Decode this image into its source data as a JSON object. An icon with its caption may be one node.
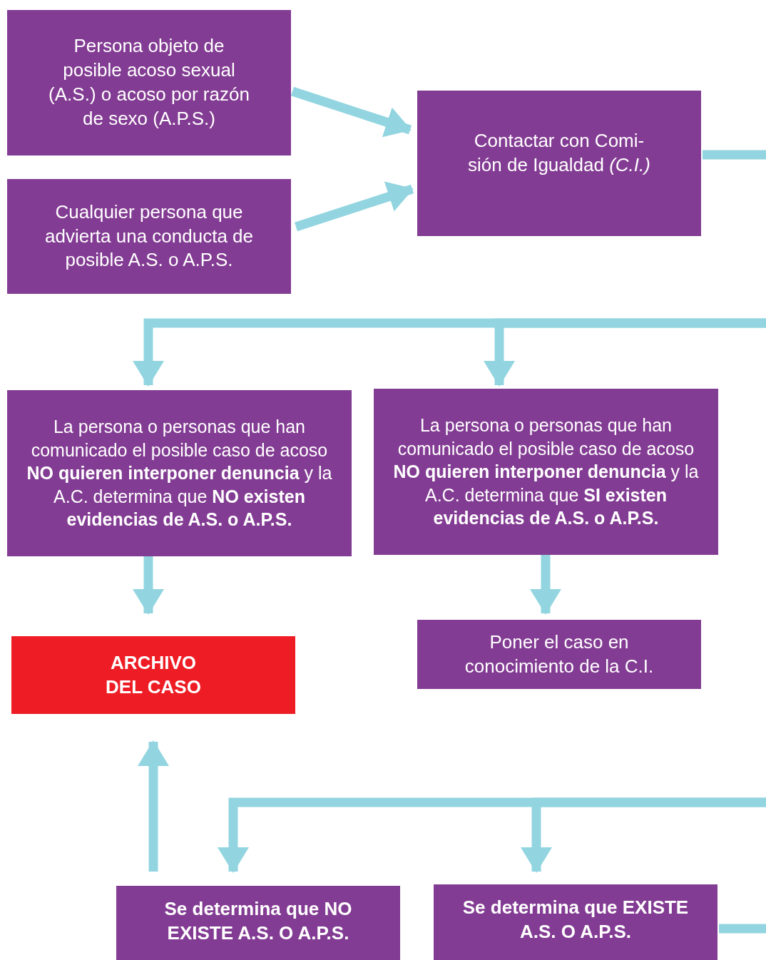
{
  "diagram": {
    "nodes": [
      {
        "text": [
          "Persona objeto de posible acoso sexual (A.S.) o acoso por razón de sexo (A.P.S.)"
        ]
      },
      {
        "text": [
          "Cualquier persona que advierta una conducta de posible A.S. o A.P.S."
        ]
      },
      {
        "text": [
          "Contactar con Comi- sión de Igualdad *(C.I.)*"
        ]
      },
      {
        "text": [
          "La persona o personas que han comunicado el posible caso de acoso **NO quieren interponer denuncia** y la A.C. determina que **NO existen evidencias de A.S. o A.P.S.**"
        ]
      },
      {
        "text": [
          "La persona o personas que han comunicado el posible caso de acoso **NO quieren interponer denuncia** y la A.C. determina que **SI existen evidencias de A.S. o A.P.S.**"
        ]
      },
      {
        "text": [
          "ARCHIVO DEL CASO"
        ]
      },
      {
        "text": [
          "Poner el caso en conocimiento de la C.I."
        ]
      },
      {
        "text": [
          "Se determina que NO EXISTE A.S. O A.P.S."
        ]
      },
      {
        "text": [
          "Se determina que EXISTE A.S. O A.P.S."
        ]
      }
    ],
    "edges": [
      {
        "from": 0,
        "to": 2,
        "arrow": "to"
      },
      {
        "from": 1,
        "to": 2,
        "arrow": "to"
      },
      {
        "from": 2,
        "to": null,
        "arrow": "none"
      },
      {
        "from": null,
        "to": 3,
        "arrow": "to"
      },
      {
        "from": null,
        "to": 4,
        "arrow": "to"
      },
      {
        "from": 3,
        "to": 5,
        "arrow": "to"
      },
      {
        "from": 4,
        "to": 6,
        "arrow": "to"
      },
      {
        "from": 7,
        "to": 5,
        "arrow": "to"
      },
      {
        "from": null,
        "to": 7,
        "arrow": "to"
      },
      {
        "from": null,
        "to": 8,
        "arrow": "to"
      },
      {
        "from": 8,
        "to": null,
        "arrow": "none"
      }
    ]
  }
}
